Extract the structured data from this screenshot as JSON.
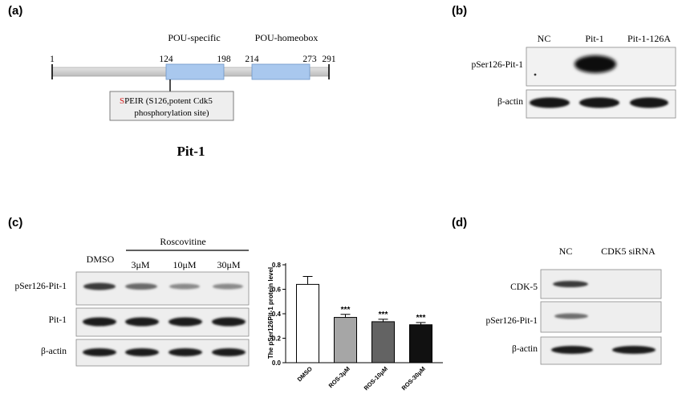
{
  "panel_a": {
    "letter": "(a)",
    "domains": [
      {
        "name": "POU-specific",
        "start": "124",
        "end": "198"
      },
      {
        "name": "POU-homeobox",
        "start": "214",
        "end": "273"
      }
    ],
    "pos_start": "1",
    "pos_end": "291",
    "callout": {
      "highlight": "S",
      "line1_rest": "PEIR (S126,potent Cdk5",
      "line2": "phosphorylation site)"
    },
    "protein_name": "Pit-1"
  },
  "panel_b": {
    "letter": "(b)",
    "lanes": [
      "NC",
      "Pit-1",
      "Pit-1-126A"
    ],
    "rows": [
      "pSer126-Pit-1",
      "β-actin"
    ]
  },
  "panel_c": {
    "letter": "(c)",
    "treatment_header": "Roscovitine",
    "lanes": [
      "DMSO",
      "3μM",
      "10μM",
      "30μM"
    ],
    "rows": [
      "pSer126-Pit-1",
      "Pit-1",
      "β-actin"
    ]
  },
  "panel_d": {
    "letter": "(d)",
    "lanes": [
      "NC",
      "CDK5 siRNA"
    ],
    "rows": [
      "CDK-5",
      "pSer126-Pit-1",
      "β-actin"
    ]
  },
  "chart_data": {
    "type": "bar",
    "categories": [
      "DMSO",
      "ROS-3μM",
      "ROS-10μM",
      "ROS-30μM"
    ],
    "values": [
      0.64,
      0.37,
      0.335,
      0.31
    ],
    "errors": [
      0.065,
      0.025,
      0.02,
      0.018
    ],
    "significance": [
      "",
      "***",
      "***",
      "***"
    ],
    "ylabel": "The pSer126Pit-1 protein level",
    "ylim": [
      0,
      0.8
    ],
    "yticks": [
      "0.0",
      "0.2",
      "0.4",
      "0.6",
      "0.8"
    ],
    "grid": false,
    "bar_colors": [
      "#ffffff",
      "#a6a6a6",
      "#636363",
      "#111111"
    ]
  }
}
